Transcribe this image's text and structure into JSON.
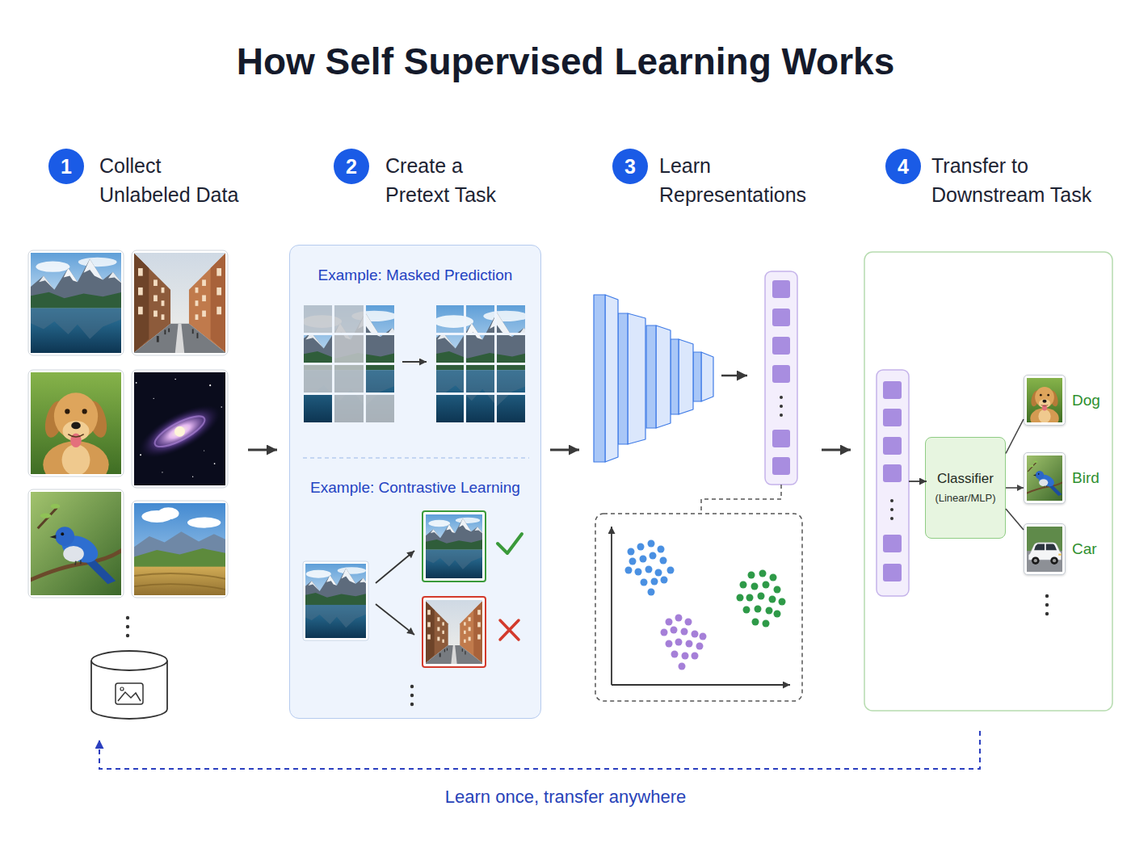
{
  "diagram": {
    "title": "How Self Supervised Learning Works",
    "nodes": [
      {
        "text": [
          "1",
          "Collect Unlabeled Data"
        ]
      },
      {
        "text": [
          "2",
          "Create a Pretext Task"
        ]
      },
      {
        "text": [
          "3",
          "Learn Representations"
        ]
      },
      {
        "text": [
          "4",
          "Transfer to Downstream Task"
        ]
      },
      {
        "text": [
          "Example: Masked Prediction",
          "Example: Contrastive Learning"
        ]
      },
      {
        "text": [
          "Classifier",
          "(Linear/MLP)"
        ]
      },
      {
        "text": [
          "Dog"
        ]
      },
      {
        "text": [
          "Bird"
        ]
      },
      {
        "text": [
          "Car"
        ]
      }
    ],
    "edges": [
      {
        "from": 5,
        "to": 6,
        "arrow": "none"
      },
      {
        "from": 5,
        "to": 7,
        "arrow": "to"
      },
      {
        "from": 5,
        "to": 8,
        "arrow": "none"
      }
    ],
    "labels": [
      "Learn once, transfer anywhere"
    ]
  }
}
